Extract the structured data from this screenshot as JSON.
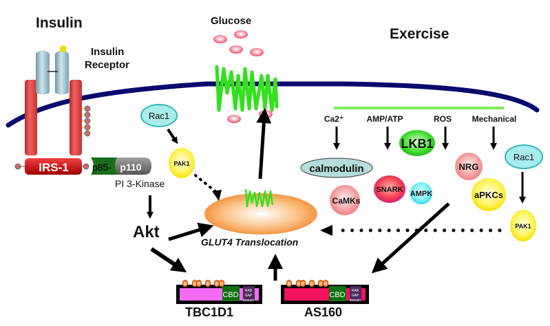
{
  "titles": {
    "insulin": "Insulin",
    "glucose": "Glucose",
    "exercise": "Exercise"
  },
  "insulin_pathway": {
    "receptor_label_line1": "Insulin",
    "receptor_label_line2": "Receptor",
    "phospho_label": "P",
    "irs1": "IRS-1",
    "p85": "p85-",
    "p110": "p110",
    "pi3k": "PI 3-Kinase",
    "akt": "Akt",
    "rac1": "Rac1",
    "pak1": "PAK1"
  },
  "center": {
    "glut4_translocation": "GLUT4 Translocation"
  },
  "exercise_pathway": {
    "stimuli": [
      "Ca2⁺",
      "AMP/ATP",
      "ROS",
      "Mechanical"
    ],
    "lkb1": "LKB1",
    "calmodulin": "calmodulin",
    "camks": "CaMKs",
    "snark": "SNARK",
    "ampk": "AMPK",
    "nrg": "NRG",
    "apkcs": "aPKCs",
    "rac1": "Rac1",
    "pak1": "PAK1"
  },
  "proteins": {
    "tbc1d1": {
      "name": "TBC1D1",
      "cbd": "CBD",
      "rab_gap_line1": "RAB",
      "rab_gap_line2": "GAP",
      "rab_gap_line3": "domain",
      "phospho_label": "P",
      "color": "#f26cf2"
    },
    "as160": {
      "name": "AS160",
      "cbd": "CBD",
      "rab_gap_line1": "RAB",
      "rab_gap_line2": "GAP",
      "rab_gap_line3": "domain",
      "phospho_label": "P",
      "color": "#f0135e"
    }
  },
  "colors": {
    "membrane": "#0a0a6e",
    "glut4": "#33e01e",
    "receptor_red": "#e84a4a",
    "receptor_blue": "#a9c9d6",
    "glucose_pink": "#ee5a7a",
    "rac1_fill": "#a8ecec",
    "pak1_fill": "#fff24a",
    "vesicle": "#f5a35a"
  }
}
